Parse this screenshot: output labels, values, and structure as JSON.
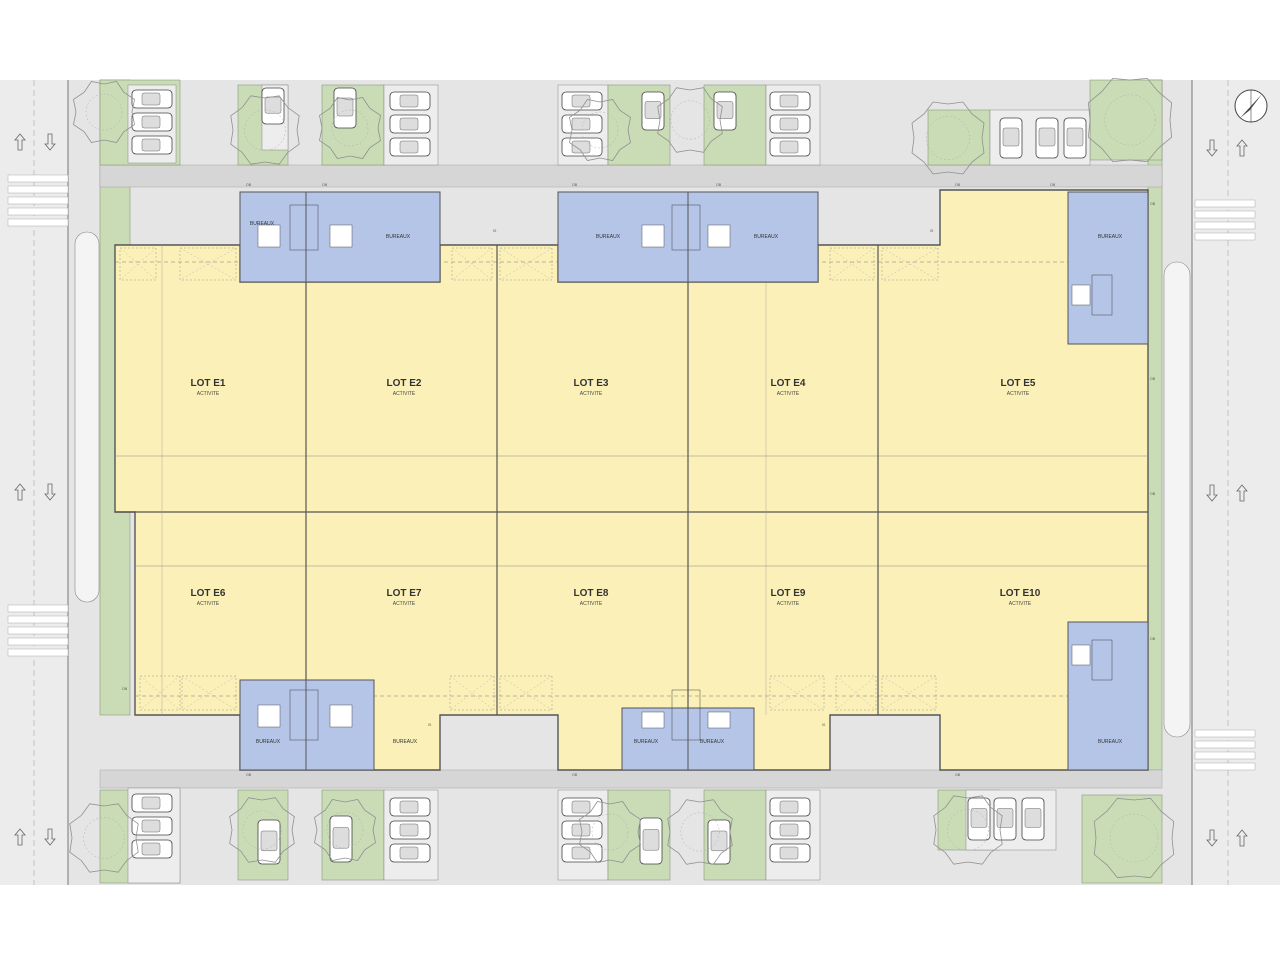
{
  "colors": {
    "road": "#e5e5e5",
    "green": "#c9dcb6",
    "warehouse": "#fbf1b8",
    "office": "#b5c5e8",
    "wall": "#555555",
    "pavement": "#d6d6d6",
    "tree": "#909090"
  },
  "lots": [
    {
      "id": "e1",
      "title": "LOT E1",
      "subtitle": "ACTIVITE"
    },
    {
      "id": "e2",
      "title": "LOT E2",
      "subtitle": "ACTIVITE"
    },
    {
      "id": "e3",
      "title": "LOT E3",
      "subtitle": "ACTIVITE"
    },
    {
      "id": "e4",
      "title": "LOT E4",
      "subtitle": "ACTIVITE"
    },
    {
      "id": "e5",
      "title": "LOT E5",
      "subtitle": "ACTIVITE"
    },
    {
      "id": "e6",
      "title": "LOT E6",
      "subtitle": "ACTIVITE"
    },
    {
      "id": "e7",
      "title": "LOT E7",
      "subtitle": "ACTIVITE"
    },
    {
      "id": "e8",
      "title": "LOT E8",
      "subtitle": "ACTIVITE"
    },
    {
      "id": "e9",
      "title": "LOT E9",
      "subtitle": "ACTIVITE"
    },
    {
      "id": "e10",
      "title": "LOT E10",
      "subtitle": "ACTIVITE"
    }
  ],
  "office_label": "BUREAUX",
  "ob_label": "OB",
  "is_label": "IS",
  "icons": {
    "north_arrow": "north-arrow-icon",
    "road_arrow": "road-direction-arrow-icon",
    "car": "car-icon",
    "tree": "tree-icon",
    "stair": "stair-icon"
  }
}
